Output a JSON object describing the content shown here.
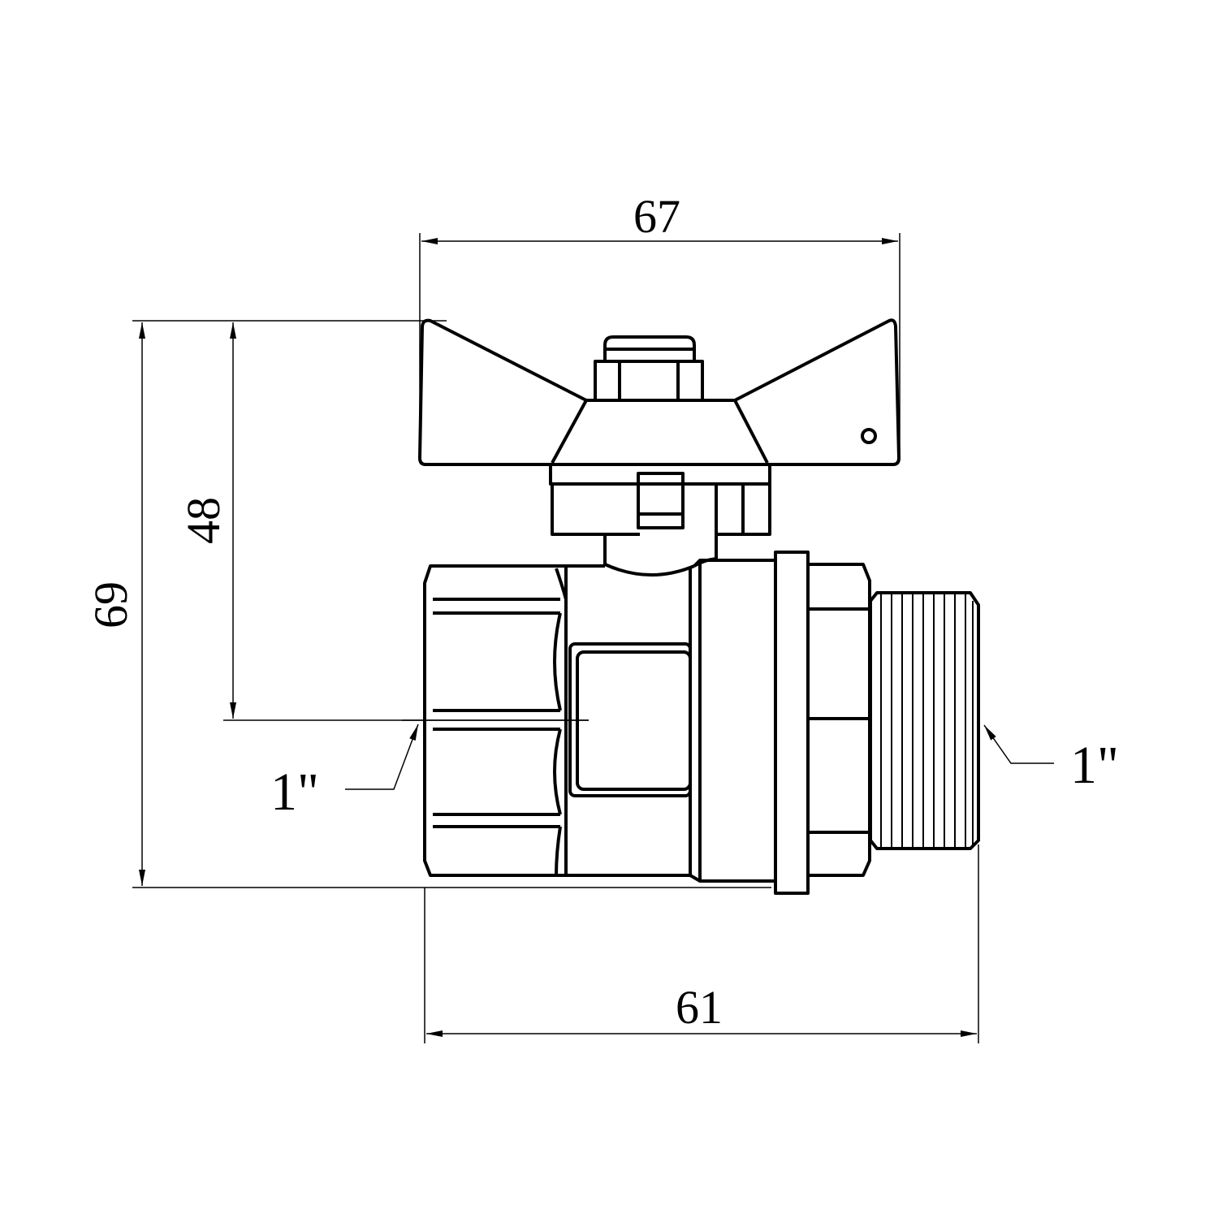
{
  "drawing": {
    "title": "Ball valve with butterfly handle, female x male thread",
    "dimensions": {
      "handle_width": "67",
      "total_height": "69",
      "handle_to_axis": "48",
      "body_length": "61"
    },
    "thread_labels": {
      "left": "1\"",
      "right": "1\""
    },
    "colors": {
      "line": "#000000",
      "background": "#ffffff"
    }
  }
}
